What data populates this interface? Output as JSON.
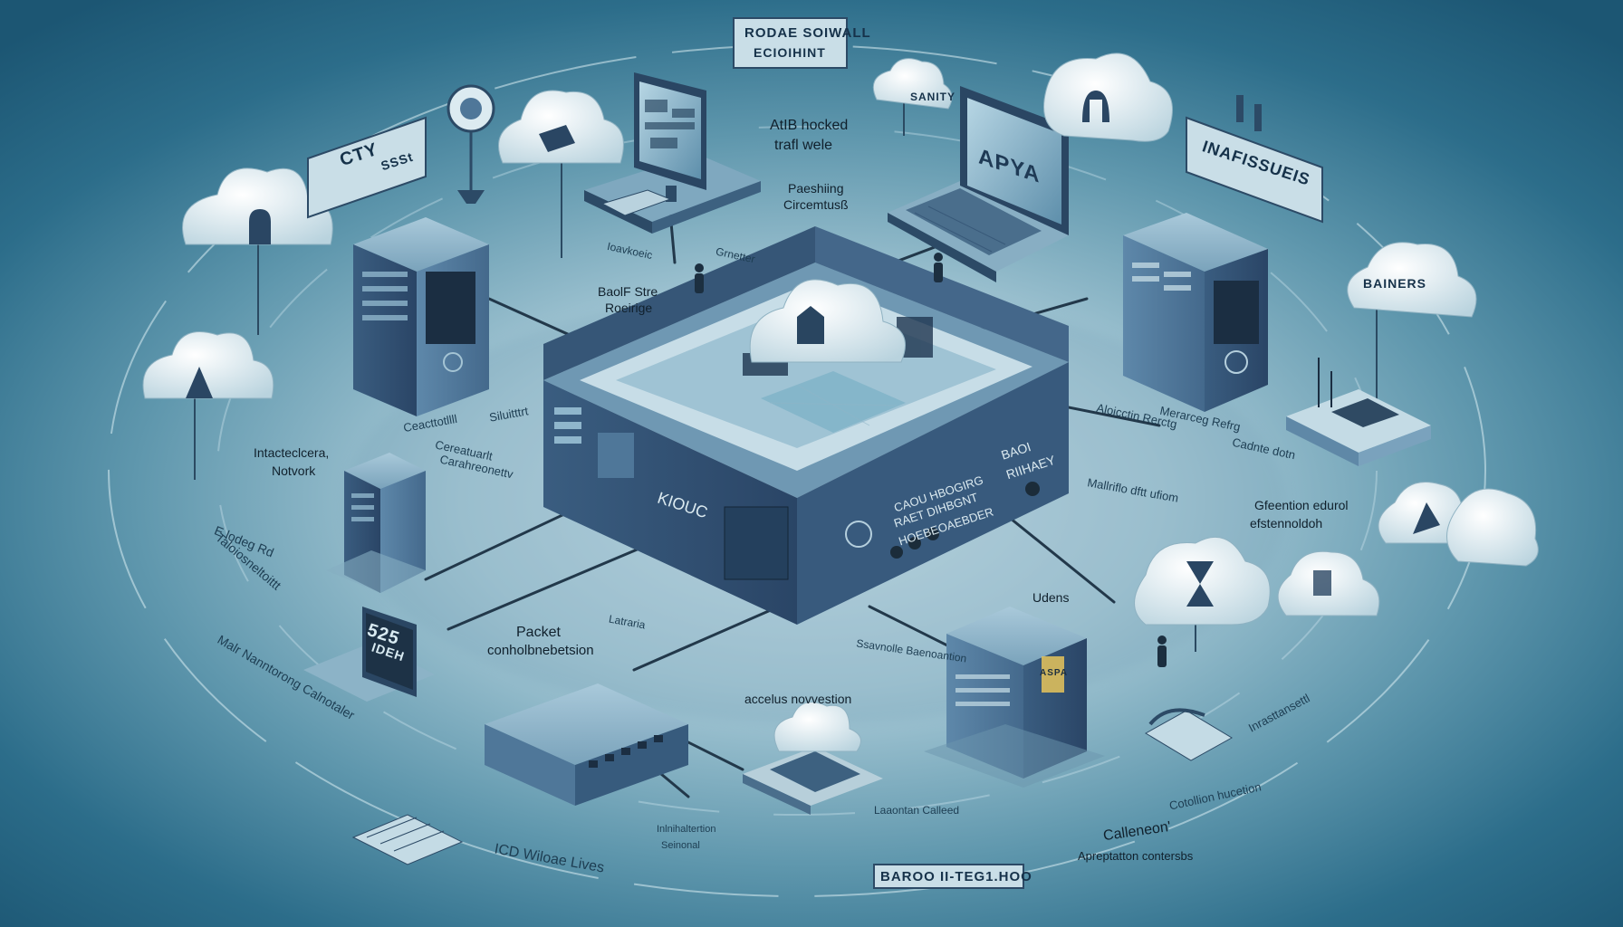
{
  "labels": {
    "top_sign_line1": "RODAE SOIWALL",
    "top_sign_line2": "ECIOIHINT",
    "left_sign": "CTY",
    "left_sign_sub": "SSSt",
    "blocked_traffic_line1": "AtIB hocked",
    "blocked_traffic_line2": "trafl wele",
    "phishing_line1": "Paeshiing",
    "phishing_line2": "Circemtusß",
    "cloud_sanity": "SANITY",
    "laptop_screen": "APYA",
    "right_sign": "INAFISSUEIS",
    "cloud_banners": "BAINERS",
    "backup_line1": "BaolF Stre",
    "backup_line2": "Roeirige",
    "small_left_1": "Ioavkoeic",
    "small_left_2": "Grnetter",
    "interconnect_line1": "Intacteclcera,",
    "interconnect_line2": "Notvork",
    "side_left_1": "Ceacttotllll",
    "side_left_2": "Siluitttrt",
    "device_mid_1": "Cereatuarlt",
    "device_mid_2": "Carahreonettv",
    "kiouc": "KIOUC",
    "kiosk_panel_line1": "BAOI",
    "kiosk_panel_line2": "RIIHAEY",
    "kiosk_front_line1": "CAOU HBOGIRG",
    "kiosk_front_line2": "RAET DIHBGNT",
    "kiosk_front_line3": "HOEBEOAEBDER",
    "right_small_1": "Aloicctin Rerctg",
    "right_small_2": "Merarceg Refrg",
    "right_small_3": "Cadnte dotn",
    "intruder_line": "Mallriflo dftt ufiom",
    "retention_line1": "Gfeention edurol",
    "retention_line2": "efstennoldoh",
    "udens": "Udens",
    "packet_line1": "Packet",
    "packet_line2": "conholbnebetsion",
    "laptop_label": "Latraria",
    "monitor_text_line1": "525",
    "monitor_text_line2": "IDEH",
    "left_curve_1": "E   lodeg   Rd",
    "left_curve_2": "Taloiosneltoittt",
    "left_curve_3": "Malr Nanntorong Calnotaler",
    "acces_convention": "accelus novvestion",
    "center_small": "Ssavnolle Baenoantion",
    "right_curve_1": "Inrasttansettl",
    "right_curve_2": "Calleneon'",
    "right_curve_3": "Cotollion  hucetion",
    "adaptation": "Apreptatton contersbs",
    "bottom_label_1": "Inlnihaltertion",
    "bottom_label_2": "Seinonal",
    "data_collect": "Laaontan Calleed",
    "bottom_plate": "BAROO II-TEG1.HOO",
    "bottom_curve": "ICD Wiloae Lives",
    "server_panel_label": "ASPA"
  },
  "colors": {
    "background_outer": "#1c5673",
    "background_center": "#d4e7ee",
    "device_dark": "#2d4c6d",
    "device_mid": "#4f7799",
    "device_light": "#8fb6cc",
    "cloud_white": "#eef4f6",
    "accent_screen": "#8fb9cf",
    "cable": "#22384a"
  },
  "icons": [
    "cloud-lock-icon",
    "cloud-warning-icon",
    "cloud-shield-icon",
    "security-camera-icon",
    "server-rack-icon",
    "desktop-monitor-icon",
    "laptop-icon",
    "firewall-kiosk-icon",
    "network-switch-icon",
    "router-icon",
    "keyboard-icon",
    "person-icon"
  ]
}
